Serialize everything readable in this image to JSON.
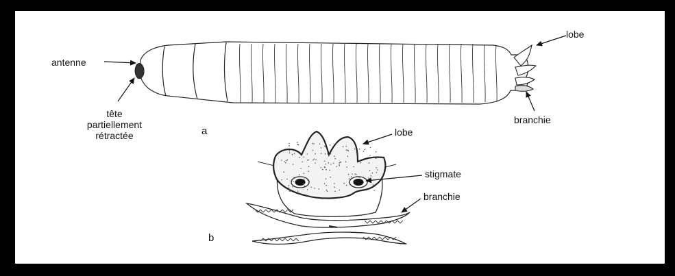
{
  "figure_a": {
    "panel_letter": "a",
    "labels": {
      "antenne": "antenne",
      "tete": [
        "tête",
        "partiellement",
        "rétractée"
      ],
      "lobe": "lobe",
      "branchie": "branchie"
    }
  },
  "figure_b": {
    "panel_letter": "b",
    "labels": {
      "lobe": "lobe",
      "stigmate": "stigmate",
      "branchie": "branchie"
    }
  },
  "colors": {
    "frame": "#000000",
    "background": "#ffffff",
    "ink": "#111111"
  }
}
